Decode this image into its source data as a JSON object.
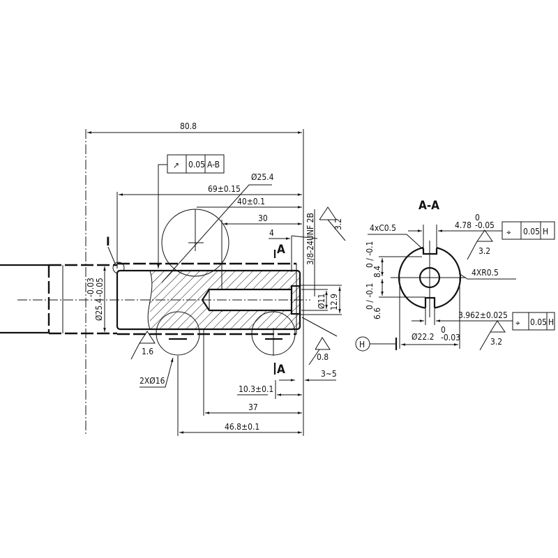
{
  "main_view": {
    "dim_overall": "80.8",
    "runout_frame": {
      "symbol": "↗",
      "tolerance": "0.05",
      "datum": "A-B"
    },
    "dim_pin_dia": "Ø25.4",
    "dim_69": "69±0.15",
    "dim_40": "40±0.1",
    "dim_30": "30",
    "dim_4": "4",
    "thread": "3/8-24UNF 2B",
    "finish_top": "3.2",
    "section_mark_top": "A",
    "section_mark_bottom": "A",
    "detail_mark": "I",
    "shaft_dia": "Ø25.4",
    "shaft_dia_tol_upper": "-0.03",
    "shaft_dia_tol_lower": "-0.05",
    "dim_hole": "Ø11",
    "dim_12_9": "12.9",
    "finish_left": "1.6",
    "finish_right": "0.8",
    "holes": "2XØ16",
    "dim_3_5": "3~5",
    "dim_10_3": "10.3±0.1",
    "dim_37": "37",
    "dim_46_8": "46.8±0.1"
  },
  "section_view": {
    "title": "A-A",
    "chamfer": "4xC0.5",
    "key_width": "4.78",
    "key_width_upper": "0",
    "key_width_lower": "-0.05",
    "pos_frame_top": {
      "symbol": "⌖",
      "tolerance": "0.05",
      "datum": "H"
    },
    "finish_top": "3.2",
    "dim_8_4": "8.4",
    "dim_8_4_tol": "0 / -0.1",
    "radius": "4XR0.5",
    "dim_6_6": "6.6",
    "dim_6_6_tol": "0 / -0.1",
    "key_width_bottom": "3.962±0.025",
    "pos_frame_bottom": {
      "symbol": "⌖",
      "tolerance": "0.05",
      "datum": "H"
    },
    "finish_bottom": "3.2",
    "dia": "Ø22.2",
    "dia_upper": "0",
    "dia_lower": "-0.03",
    "datum": "H"
  }
}
